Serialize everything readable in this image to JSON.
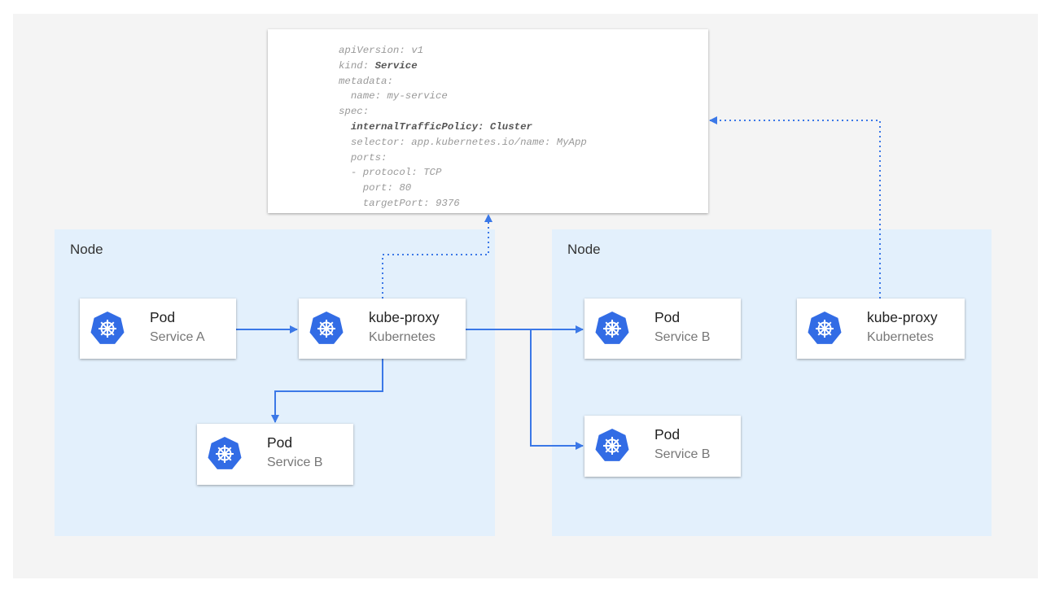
{
  "yaml": {
    "lines": [
      {
        "indent": 0,
        "key": "apiVersion",
        "value": "v1",
        "bold": false
      },
      {
        "indent": 0,
        "key": "kind",
        "value": "Service",
        "bold": "value"
      },
      {
        "indent": 0,
        "key": "metadata",
        "value": "",
        "bold": false
      },
      {
        "indent": 2,
        "key": "name",
        "value": "my-service",
        "bold": false
      },
      {
        "indent": 0,
        "key": "spec",
        "value": "",
        "bold": false
      },
      {
        "indent": 2,
        "key": "internalTrafficPolicy",
        "value": "Cluster",
        "bold": "all"
      },
      {
        "indent": 2,
        "key": "selector",
        "value": "app.kubernetes.io/name: MyApp",
        "bold": false
      },
      {
        "indent": 2,
        "key": "ports",
        "value": "",
        "bold": false
      },
      {
        "indent": 2,
        "key": "- protocol",
        "value": "TCP",
        "bold": false
      },
      {
        "indent": 4,
        "key": "port",
        "value": "80",
        "bold": false
      },
      {
        "indent": 4,
        "key": "targetPort",
        "value": "9376",
        "bold": false
      }
    ]
  },
  "nodes": [
    {
      "label": "Node"
    },
    {
      "label": "Node"
    }
  ],
  "cards": {
    "pod_a": {
      "title": "Pod",
      "subtitle": "Service A",
      "icon": "kubernetes-helm-icon"
    },
    "proxy_1": {
      "title": "kube-proxy",
      "subtitle": "Kubernetes",
      "icon": "kubernetes-helm-icon"
    },
    "pod_b1": {
      "title": "Pod",
      "subtitle": "Service B",
      "icon": "kubernetes-helm-icon"
    },
    "pod_b2": {
      "title": "Pod",
      "subtitle": "Service B",
      "icon": "kubernetes-helm-icon"
    },
    "pod_b3": {
      "title": "Pod",
      "subtitle": "Service B",
      "icon": "kubernetes-helm-icon"
    },
    "proxy_2": {
      "title": "kube-proxy",
      "subtitle": "Kubernetes",
      "icon": "kubernetes-helm-icon"
    }
  },
  "colors": {
    "arrow": "#3b78e7",
    "node_bg": "#e3f0fc",
    "icon": "#326ce5"
  }
}
